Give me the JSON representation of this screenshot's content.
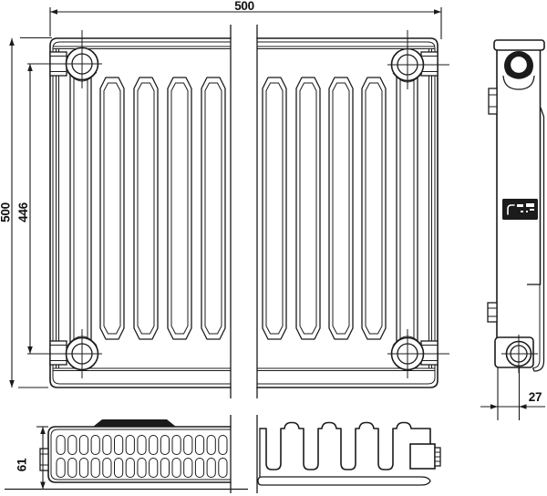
{
  "drawing": {
    "title": "panel-radiator-technical-drawing",
    "dimensions": {
      "width": "500",
      "height": "500",
      "connection_pitch": "446",
      "depth": "61",
      "pipe_axis_offset": "27"
    },
    "colors": {
      "line": "#1b1b1b",
      "background": "#ffffff",
      "label": "#1b1b1b"
    },
    "bottom_view": {
      "slot_columns": 15,
      "slot_rows": 2
    }
  }
}
